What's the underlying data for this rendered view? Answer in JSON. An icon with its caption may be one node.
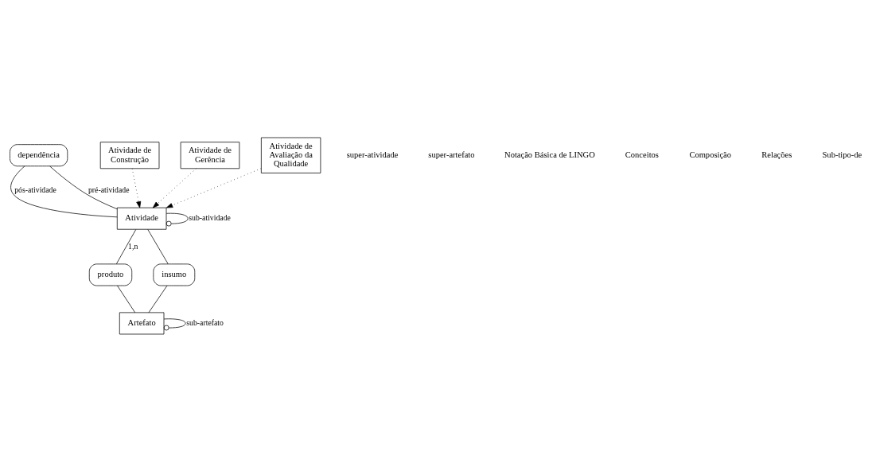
{
  "diagram": {
    "nodes": [
      {
        "text": [
          "dependência"
        ]
      },
      {
        "text": [
          "produto"
        ]
      },
      {
        "text": [
          "Atividade"
        ]
      },
      {
        "text": [
          "Artefato"
        ]
      },
      {
        "text": [
          "insumo"
        ]
      },
      {
        "text": [
          "Atividade de Construção"
        ]
      },
      {
        "text": [
          "Atividade de Gerência"
        ]
      },
      {
        "text": [
          "Atividade de Avaliação da Qualidade"
        ]
      }
    ],
    "edges": [
      {
        "from": 0,
        "to": 2,
        "arrow": "none",
        "label": "pós-atividade"
      },
      {
        "from": 0,
        "to": 2,
        "arrow": "none",
        "label": "pré-atividade"
      },
      {
        "from": 2,
        "to": 1,
        "arrow": "none",
        "label": "1,n"
      },
      {
        "from": 1,
        "to": 3,
        "arrow": "none"
      },
      {
        "from": 2,
        "to": 2,
        "arrow": "other",
        "label": "sub-atividade"
      },
      {
        "from": 3,
        "to": 3,
        "arrow": "other",
        "label": "sub-artefato"
      },
      {
        "from": 2,
        "to": 4,
        "arrow": "none"
      },
      {
        "from": 4,
        "to": 3,
        "arrow": "none"
      },
      {
        "from": 5,
        "to": 2,
        "arrow": "to",
        "style": "dashed"
      },
      {
        "from": 6,
        "to": 2,
        "arrow": "to",
        "style": "dashed"
      },
      {
        "from": 7,
        "to": 2,
        "arrow": "to",
        "style": "dashed"
      }
    ],
    "labels": [
      "super-atividade",
      "super-artefato",
      "Notação Básica de LINGO"
    ],
    "legend": [
      {
        "text": "Conceitos"
      },
      {
        "text": "Composição"
      },
      {
        "text": "Relações"
      },
      {
        "text": "Sub-tipo-de"
      }
    ]
  }
}
